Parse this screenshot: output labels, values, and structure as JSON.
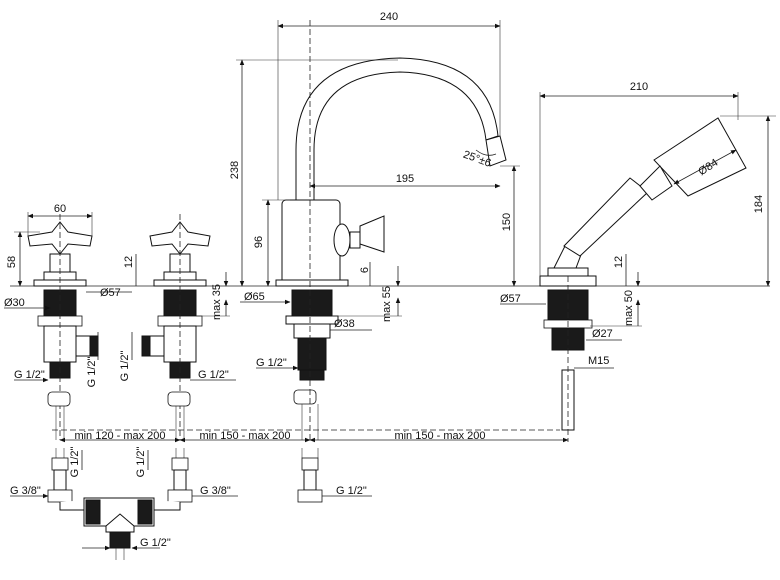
{
  "dimensions": {
    "spout_reach_total": "240",
    "spout_height": "238",
    "spout_reach_inner": "195",
    "spout_angle": "25°±6",
    "spout_body_height": "96",
    "spout_outlet_height": "150",
    "collar_height": "6",
    "deck_max_spout": "max 55",
    "spout_base_dia": "Ø65",
    "spout_nut_dia": "Ø38",
    "handle_width": "60",
    "handle_height": "58",
    "handle_base_dia": "Ø57",
    "handle_stem_dia": "Ø30",
    "handle_collar_height": "12",
    "deck_max_handle": "max 35",
    "shower_reach": "210",
    "shower_height": "184",
    "shower_head_dia": "Ø84",
    "shower_collar_height": "12",
    "shower_base_dia": "Ø57",
    "deck_max_shower": "max 50",
    "shower_nut_dia": "Ø27",
    "shower_thread": "M15",
    "spacing_1": "min 120 - max 200",
    "spacing_2": "min 150 - max 200",
    "spacing_3": "min 150 - max 200"
  },
  "threads": {
    "left_valve_outlet": "G 1/2\"",
    "left_valve_side": "G 1/2\"",
    "right_valve_side": "G 1/2\"",
    "right_valve_outlet": "G 1/2\"",
    "spout_inlet": "G 1/2\"",
    "lower_pipe_a": "G 1/2\"",
    "lower_pipe_b": "G 1/2\"",
    "lower_left_conn": "G 3/8\"",
    "lower_right_conn": "G 3/8\"",
    "lower_spout_conn": "G 1/2\"",
    "tee_outlet": "G 1/2\""
  }
}
